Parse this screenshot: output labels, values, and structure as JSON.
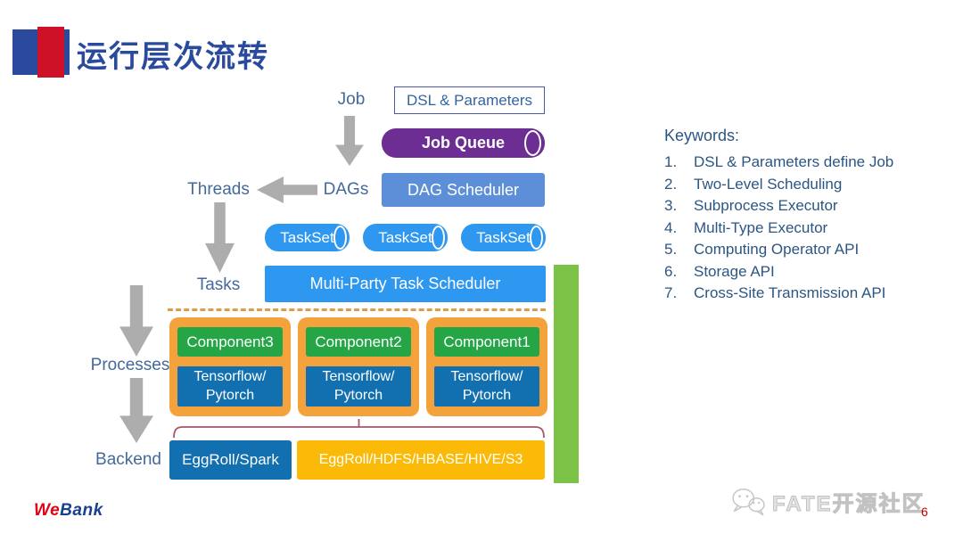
{
  "header": {
    "title": "运行层次流转"
  },
  "flow": {
    "labels": {
      "job": "Job",
      "dags": "DAGs",
      "threads": "Threads",
      "tasks": "Tasks",
      "processes": "Processes",
      "backend": "Backend"
    },
    "dsl_box": "DSL & Parameters",
    "job_queue": "Job Queue",
    "dag_scheduler": "DAG Scheduler",
    "tasksets": [
      "TaskSet",
      "TaskSet",
      "TaskSet"
    ],
    "multi_party": "Multi-Party Task Scheduler",
    "components": [
      {
        "name": "Component3",
        "engine_line1": "Tensorflow/",
        "engine_line2": "Pytorch"
      },
      {
        "name": "Component2",
        "engine_line1": "Tensorflow/",
        "engine_line2": "Pytorch"
      },
      {
        "name": "Component1",
        "engine_line1": "Tensorflow/",
        "engine_line2": "Pytorch"
      }
    ],
    "backend_boxes": [
      "EggRoll/Spark",
      "EggRoll/HDFS/HBASE/HIVE/S3"
    ]
  },
  "keywords": {
    "heading": "Keywords:",
    "items": [
      {
        "num": "1.",
        "text": "DSL & Parameters define Job"
      },
      {
        "num": "2.",
        "text": "Two-Level Scheduling"
      },
      {
        "num": "3.",
        "text": "Subprocess Executor"
      },
      {
        "num": "4.",
        "text": "Multi-Type Executor"
      },
      {
        "num": "5.",
        "text": "Computing Operator API"
      },
      {
        "num": "6.",
        "text": "Storage API"
      },
      {
        "num": "7.",
        "text": "Cross-Site Transmission API"
      }
    ]
  },
  "footer": {
    "logo_we": "We",
    "logo_bank": "Bank",
    "watermark": "FATE开源社区",
    "page_number": "6"
  },
  "colors": {
    "title_blue": "#2A4A9D",
    "logo_red": "#CE1126",
    "label_blue": "#44699B",
    "purple": "#6C2E92",
    "cornflower_blue": "#5C8FD8",
    "bright_blue": "#2E97F0",
    "orange": "#F3A23C",
    "component_green": "#25A546",
    "engine_blue": "#1270B0",
    "yellow": "#FBBA08",
    "side_bar_green": "#7CC247",
    "dashed_orange": "#DD9C4A",
    "brace_maroon": "#A4566D",
    "arrow_gray": "#ADADAD",
    "keywords_blue": "#2B5683",
    "page_number_red": "#C00000"
  }
}
